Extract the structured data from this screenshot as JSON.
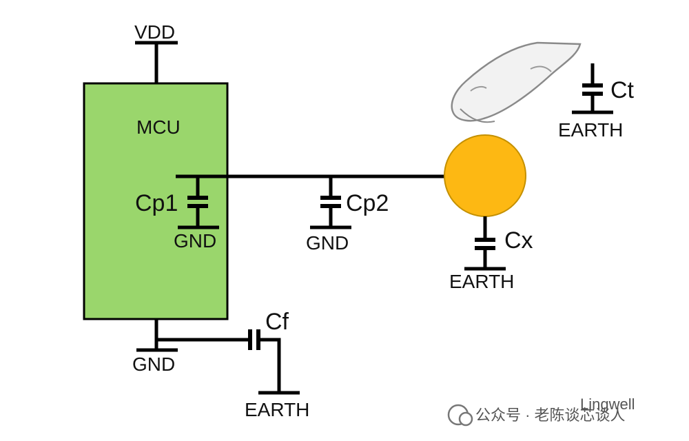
{
  "colors": {
    "mcu_fill": "#9ad66c",
    "mcu_border": "#000000",
    "electrode_fill": "#fdb813",
    "electrode_border": "#c49000",
    "cap_green": "#2fb24c",
    "cap_orange": "#f5b400",
    "wire": "#000000"
  },
  "labels": {
    "vdd": "VDD",
    "mcu": "MCU",
    "cp1": "Cp1",
    "cp2": "Cp2",
    "cx": "Cx",
    "ct": "Ct",
    "cf": "Cf",
    "gnd_cp1": "GND",
    "gnd_cp2": "GND",
    "gnd_mcu": "GND",
    "earth_cx": "EARTH",
    "earth_ct": "EARTH",
    "earth_cf": "EARTH"
  },
  "watermark": {
    "account": "公众号 · 老陈谈芯谈人",
    "brand": "Lingwell"
  },
  "icons": {
    "finger": "finger-icon",
    "wechat": "wechat-icon"
  }
}
